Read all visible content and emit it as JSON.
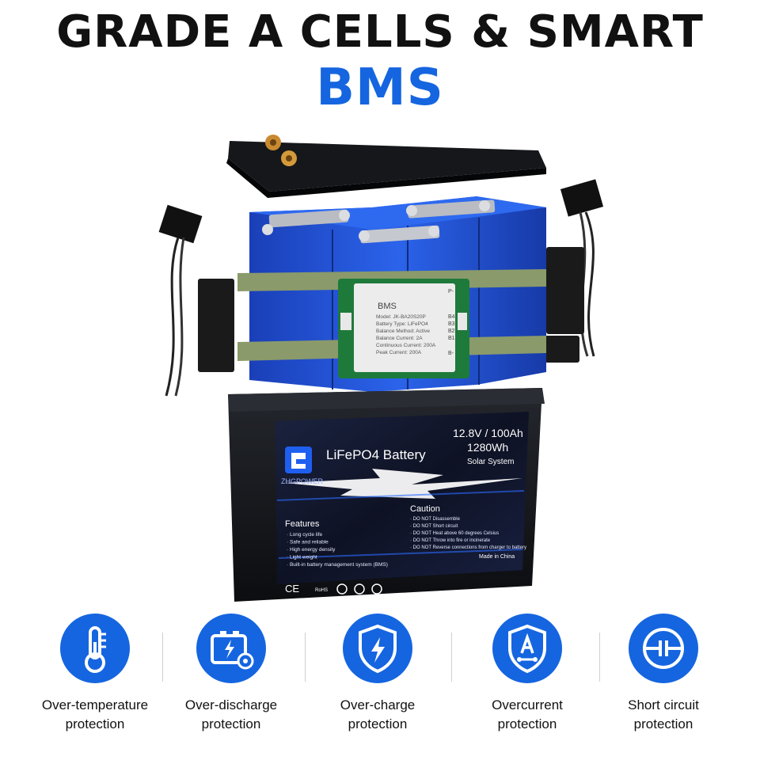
{
  "headline": {
    "line1": "GRADE A CELLS & SMART",
    "line2": "BMS"
  },
  "colors": {
    "accent_blue": "#1565e0",
    "cell_blue": "#1f4fd6",
    "tape_green": "#8a9a6a",
    "battery_black": "#121418"
  },
  "bms_board": {
    "title": "BMS",
    "specs": [
      "Model: JK-BA20S20P",
      "Battery Type: LiFePO4",
      "Balance Method: Active",
      "Balance Current: 2A",
      "Continuous Current: 200A",
      "Peak Current: 200A"
    ],
    "pins_right": [
      "P-",
      "B4",
      "B3",
      "B2",
      "B1",
      "B-"
    ]
  },
  "battery_label": {
    "brand": "ZHGPOWER",
    "product": "LiFePO4 Battery",
    "voltage_capacity": "12.8V / 100Ah",
    "energy": "1280Wh",
    "application": "Solar System",
    "features_title": "Features",
    "features": [
      "Long cycle life",
      "Safe and reliable",
      "High energy density",
      "Light weight",
      "Built-in battery management system (BMS)"
    ],
    "caution_title": "Caution",
    "cautions": [
      "DO NOT Disassemble",
      "DO NOT Short circuit",
      "DO NOT Heat above 60 degrees Celsius",
      "DO NOT Throw into fire or incinerate",
      "DO NOT Reverse connections from charger to battery"
    ],
    "origin": "Made in China",
    "cert_marks": [
      "CE",
      "RoHS"
    ]
  },
  "protections": [
    {
      "icon": "thermometer-icon",
      "line1": "Over-temperature",
      "line2": "protection"
    },
    {
      "icon": "battery-discharge-icon",
      "line1": "Over-discharge",
      "line2": "protection"
    },
    {
      "icon": "shield-bolt-icon",
      "line1": "Over-charge",
      "line2": "protection"
    },
    {
      "icon": "shield-current-icon",
      "line1": "Overcurrent",
      "line2": "protection"
    },
    {
      "icon": "short-circuit-icon",
      "line1": "Short circuit",
      "line2": "protection"
    }
  ]
}
